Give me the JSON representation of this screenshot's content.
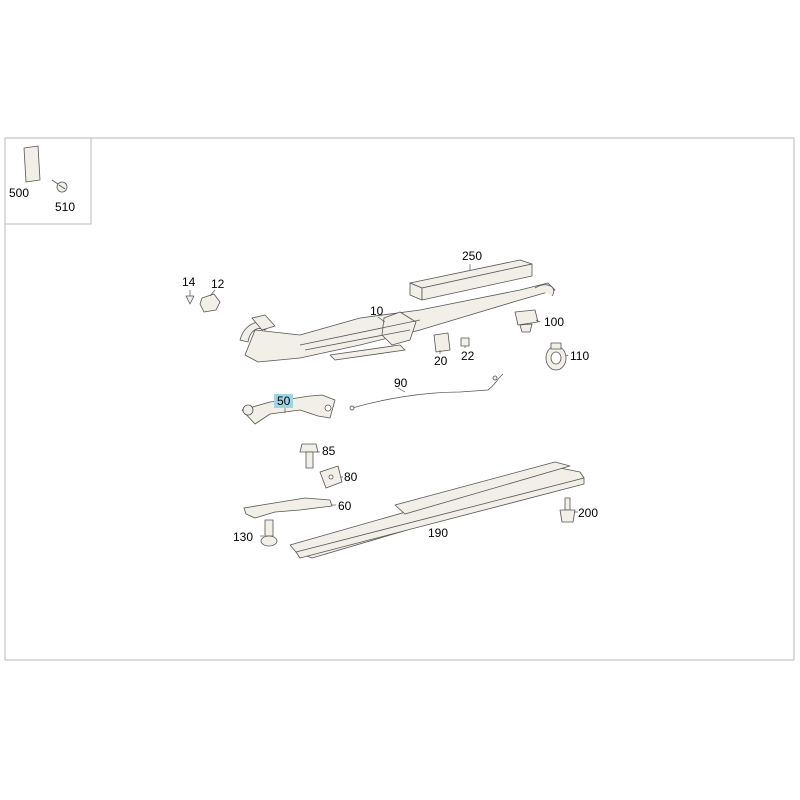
{
  "colors": {
    "frame": "#b8b8b8",
    "line": "#555555",
    "fill": "#f2efe8",
    "highlight": "#9fd3e6"
  },
  "callouts": {
    "p500": "500",
    "p510": "510",
    "p250": "250",
    "p14": "14",
    "p12": "12",
    "p10": "10",
    "p100": "100",
    "p20": "20",
    "p22": "22",
    "p110": "110",
    "p90": "90",
    "p50": "50",
    "p85": "85",
    "p80": "80",
    "p60": "60",
    "p200": "200",
    "p190": "190",
    "p130": "130"
  },
  "highlighted_part": "50"
}
